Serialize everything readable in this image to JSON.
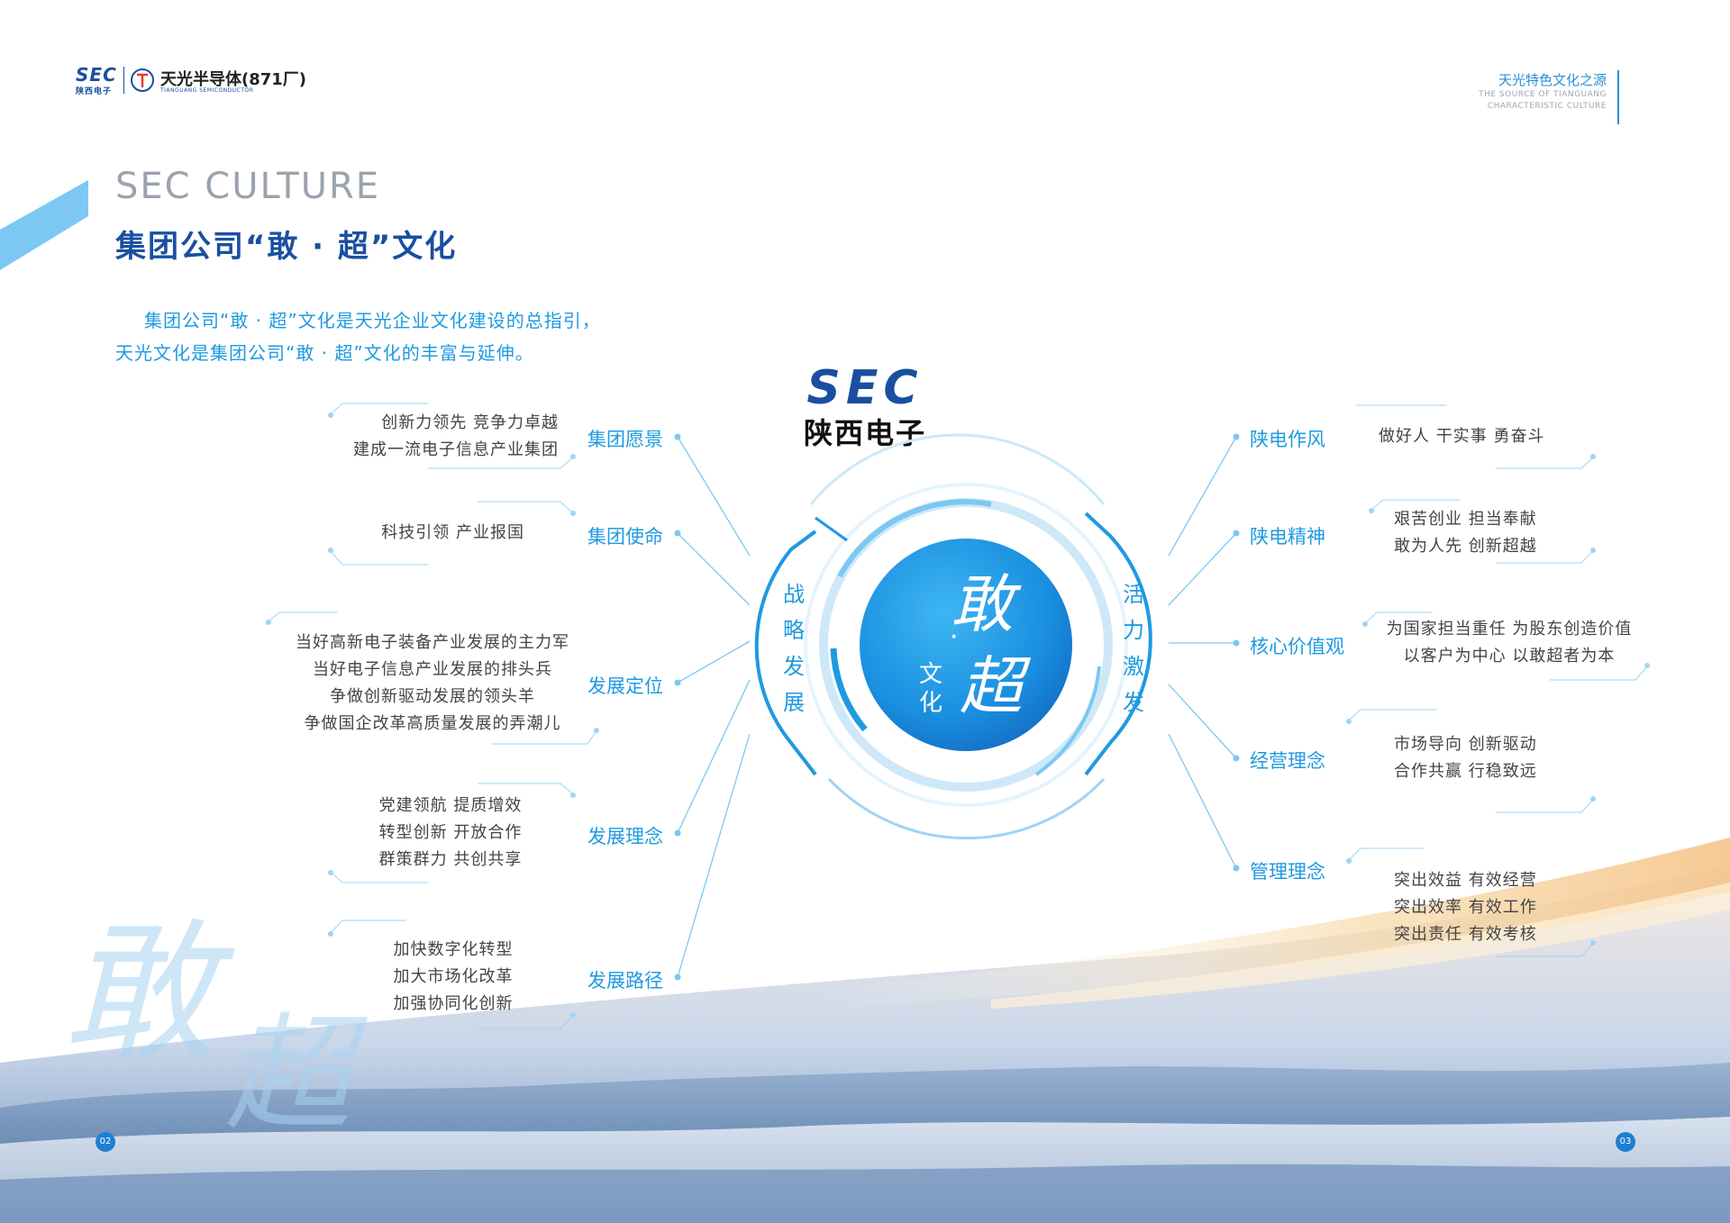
{
  "header": {
    "sec_logo": "SEC",
    "sec_logo_sub": "陕西电子",
    "company_name": "天光半导体(871厂)",
    "company_en": "TIANGUANG SEMICONDUCTOR",
    "section_cn": "天光特色文化之源",
    "section_en_line1": "THE SOURCE OF TIANGUANG",
    "section_en_line2": "CHARACTERISTIC CULTURE"
  },
  "title": {
    "en": "SEC CULTURE",
    "cn": "集团公司“敢 · 超”文化"
  },
  "intro": {
    "line1": "集团公司“敢 · 超”文化是天光企业文化建设的总指引，",
    "line2": "天光文化是集团公司“敢 · 超”文化的丰富与延伸。"
  },
  "center": {
    "logo": "SEC",
    "logo_cn": "陕西电子",
    "calligraphy_1": "敢",
    "dot": "·",
    "calligraphy_2": "超",
    "culture_1": "文",
    "culture_2": "化",
    "left_arc": [
      "战",
      "略",
      "发",
      "展"
    ],
    "right_arc": [
      "活",
      "力",
      "激",
      "发"
    ]
  },
  "left_items": [
    {
      "label": "集团愿景",
      "lines": [
        "创新力领先 竞争力卓越",
        "建成一流电子信息产业集团"
      ]
    },
    {
      "label": "集团使命",
      "lines": [
        "科技引领 产业报国"
      ]
    },
    {
      "label": "发展定位",
      "lines": [
        "当好高新电子装备产业发展的主力军",
        "当好电子信息产业发展的排头兵",
        "争做创新驱动发展的领头羊",
        "争做国企改革高质量发展的弄潮儿"
      ]
    },
    {
      "label": "发展理念",
      "lines": [
        "党建领航 提质增效",
        "转型创新 开放合作",
        "群策群力 共创共享"
      ]
    },
    {
      "label": "发展路径",
      "lines": [
        "加快数字化转型",
        "加大市场化改革",
        "加强协同化创新"
      ]
    }
  ],
  "right_items": [
    {
      "label": "陕电作风",
      "lines": [
        "做好人  干实事  勇奋斗"
      ]
    },
    {
      "label": "陕电精神",
      "lines": [
        "艰苦创业  担当奉献",
        "敢为人先  创新超越"
      ]
    },
    {
      "label": "核心价值观",
      "lines": [
        "为国家担当重任  为股东创造价值",
        "以客户为中心  以敢超者为本"
      ]
    },
    {
      "label": "经营理念",
      "lines": [
        "市场导向  创新驱动",
        "合作共赢  行稳致远"
      ]
    },
    {
      "label": "管理理念",
      "lines": [
        "突出效益  有效经营",
        "突出效率  有效工作",
        "突出责任  有效考核"
      ]
    }
  ],
  "background_calligraphy": {
    "char1": "敢",
    "char2": "超"
  },
  "page_numbers": {
    "left": "02",
    "right": "03"
  }
}
